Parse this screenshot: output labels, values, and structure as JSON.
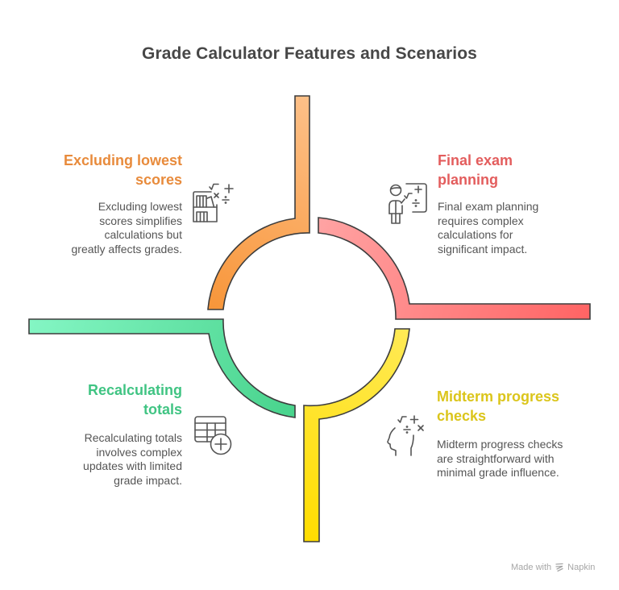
{
  "title": "Grade Calculator Features and Scenarios",
  "colors": {
    "orange_light": "#FDC088",
    "orange_dark": "#F8963A",
    "red_light": "#FFA3A3",
    "red_dark": "#FF6464",
    "yellow_light": "#FFEA55",
    "yellow_dark": "#FFDD00",
    "green_light": "#84F6C4",
    "green_dark": "#48D38C",
    "outline": "#3D3D3D",
    "icon_stroke": "#555555",
    "body_text": "#555555",
    "title_text": "#474747"
  },
  "quadrants": [
    {
      "position": "top-left",
      "accent": "#E88B3C",
      "heading_lines": [
        "Excluding lowest",
        "scores"
      ],
      "description_lines": [
        "Excluding lowest",
        "scores simplifies",
        "calculations but",
        "greatly affects grades."
      ],
      "icon": "bookshelf-math-icon"
    },
    {
      "position": "top-right",
      "accent": "#E35D5D",
      "heading_lines": [
        "Final exam",
        "planning"
      ],
      "description_lines": [
        "Final exam planning",
        "requires complex",
        "calculations for",
        "significant impact."
      ],
      "icon": "teacher-whiteboard-icon"
    },
    {
      "position": "bottom-left",
      "accent": "#40C483",
      "heading_lines": [
        "Recalculating",
        "totals"
      ],
      "description_lines": [
        "Recalculating totals",
        "involves complex",
        "updates with limited",
        "grade impact."
      ],
      "icon": "table-add-icon"
    },
    {
      "position": "bottom-right",
      "accent": "#DBC51B",
      "heading_lines": [
        "Midterm progress",
        "checks"
      ],
      "description_lines": [
        "Midterm progress checks",
        "are straightforward with",
        "minimal grade influence."
      ],
      "icon": "head-math-icon"
    }
  ],
  "footer": {
    "made_with": "Made with",
    "brand": "Napkin",
    "logo_icon": "napkin-logo-icon"
  }
}
